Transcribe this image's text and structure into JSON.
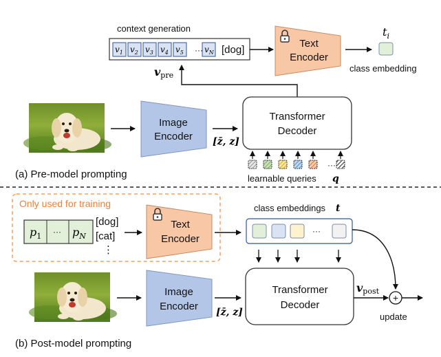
{
  "top": {
    "context_title": "context generation",
    "context_tokens": [
      {
        "base": "v",
        "sub": "1"
      },
      {
        "base": "v",
        "sub": "2"
      },
      {
        "base": "v",
        "sub": "3"
      },
      {
        "base": "v",
        "sub": "4"
      },
      {
        "base": "v",
        "sub": "5"
      },
      {
        "base": "v",
        "sub": "N"
      }
    ],
    "context_ellipsis": "···",
    "context_class": "[dog]",
    "text_encoder": [
      "Text",
      "Encoder"
    ],
    "t_i_base": "t",
    "t_i_sub": "i",
    "class_embedding": "class embedding",
    "v_pre_base": "v",
    "v_pre_sub": "pre",
    "image_encoder": [
      "Image",
      "Encoder"
    ],
    "z_label": "[z̄, z]",
    "decoder": [
      "Transformer",
      "Decoder"
    ],
    "queries_ellipsis": "···",
    "learnable_queries": "learnable queries",
    "q_symbol": "q",
    "caption": "(a) Pre-model prompting"
  },
  "bottom": {
    "only_training": "Only used for training",
    "p1_base": "p",
    "p1_sub": "1",
    "dots": "···",
    "pn_base": "p",
    "pn_sub": "N",
    "class_dog": "[dog]",
    "class_cat": "[cat]",
    "vdots": "⋮",
    "text_encoder": [
      "Text",
      "Encoder"
    ],
    "class_embeddings": "class embeddings",
    "t_symbol": "t",
    "emb_ellipsis": "···",
    "image_encoder": [
      "Image",
      "Encoder"
    ],
    "z_label": "[z̄, z]",
    "decoder": [
      "Transformer",
      "Decoder"
    ],
    "v_post_base": "v",
    "v_post_sub": "post",
    "plus": "+",
    "update": "update",
    "caption": "(b) Post-model prompting"
  },
  "colors": {
    "text_encoder": "#f7c7a6",
    "image_encoder": "#b3c6e7",
    "orange_dash": "#f0a060",
    "orange_text": "#e8823a",
    "p_box": "#e2f0d9",
    "emb_green": "#e2f0d9",
    "emb_blue": "#dae3f3",
    "emb_yellow": "#fff2cc",
    "emb_gray": "#f2f2f2",
    "emb_border": "#2f5597"
  }
}
